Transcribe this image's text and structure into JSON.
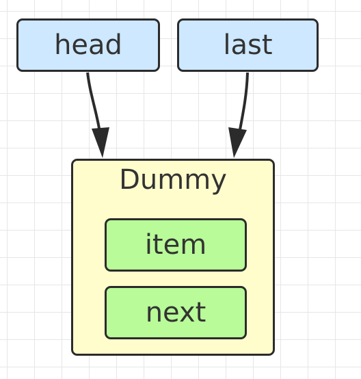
{
  "nodes": {
    "head": "head",
    "last": "last",
    "dummy": {
      "title": "Dummy",
      "fields": [
        "item",
        "next"
      ]
    }
  },
  "edges": [
    {
      "from": "head",
      "to": "dummy"
    },
    {
      "from": "last",
      "to": "dummy"
    }
  ],
  "colors": {
    "pointer_fill": "#cde8ff",
    "dummy_fill": "#fffdcc",
    "field_fill": "#b8fb98",
    "border": "#2b2b2b",
    "text": "#333333",
    "grid": "#e6e6e6"
  }
}
